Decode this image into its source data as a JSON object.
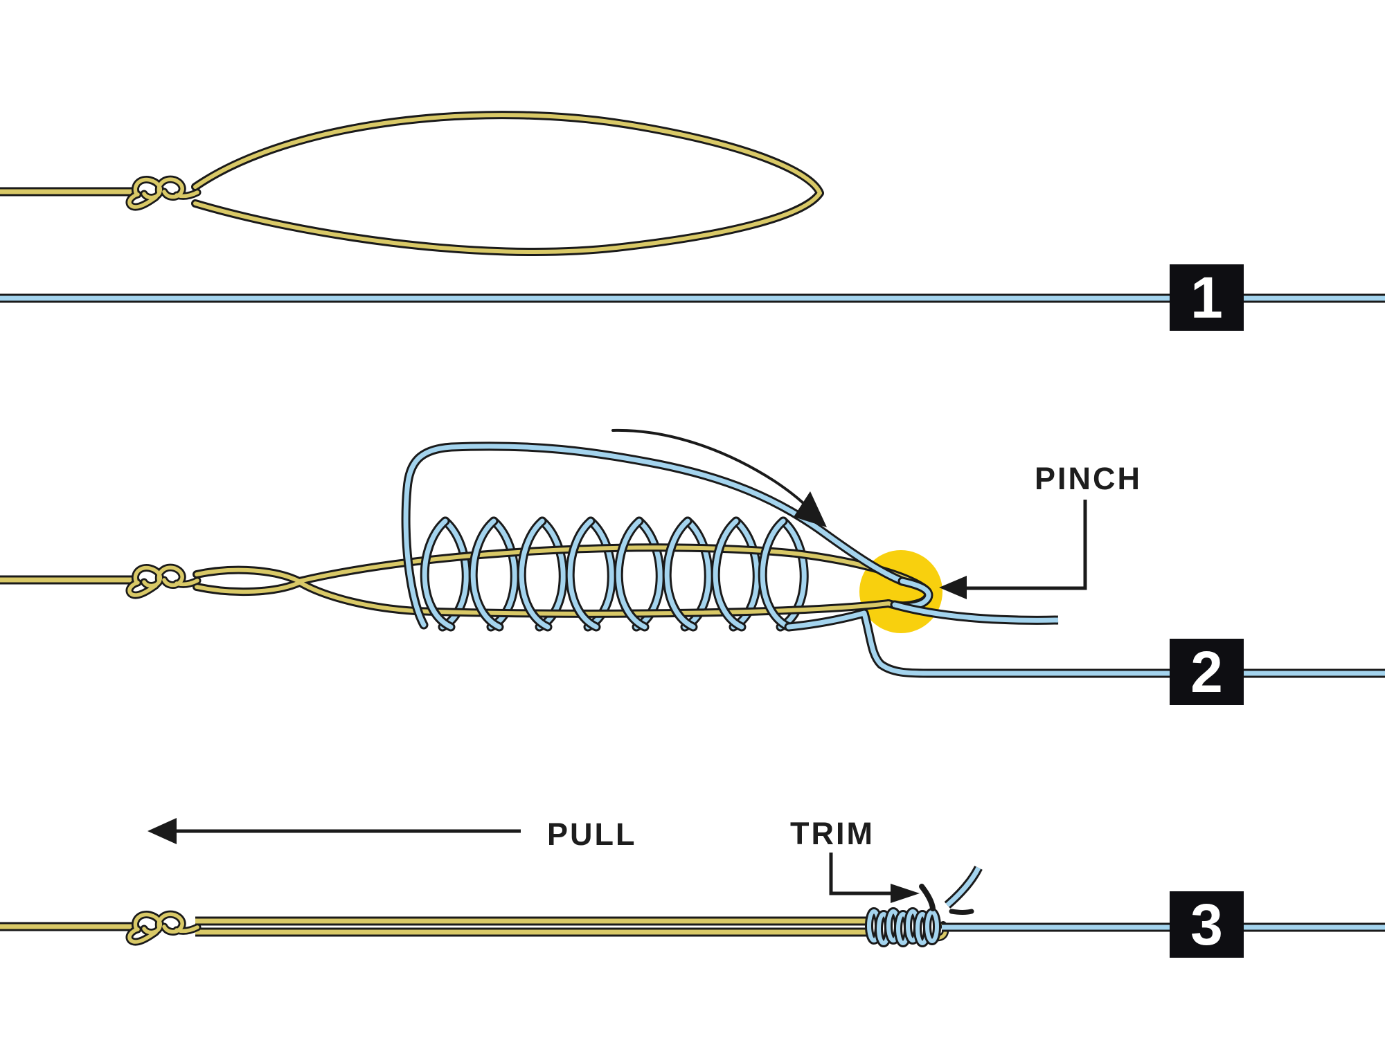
{
  "diagram": {
    "steps": [
      {
        "number": "1"
      },
      {
        "number": "2"
      },
      {
        "number": "3"
      }
    ],
    "labels": {
      "pinch": "PINCH",
      "pull": "PULL",
      "trim": "TRIM"
    },
    "icons": [
      "rotation-arrow-icon",
      "pinch-arrow-icon",
      "pull-arrow-icon",
      "trim-arrow-icon"
    ],
    "colors": {
      "leader_yellow": "#d9c967",
      "tippet_blue": "#a4d4ee",
      "highlight_yellow": "#f8d00e",
      "ink": "#1a1a1a",
      "badge_background": "#0e0e12",
      "badge_digit": "#ffffff",
      "background": "#ffffff"
    }
  }
}
